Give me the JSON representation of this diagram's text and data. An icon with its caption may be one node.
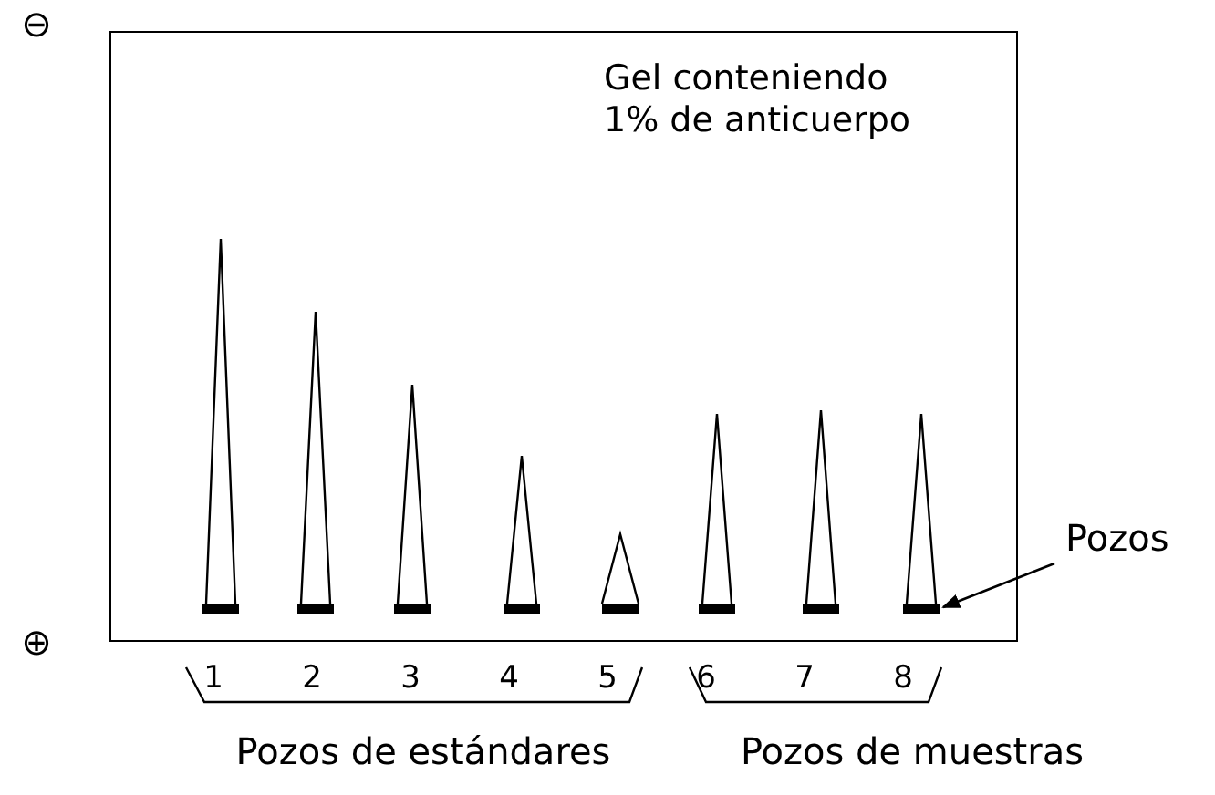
{
  "diagram": {
    "nodes": [
      {
        "text": [
          "Gel conteniendo 1% de anticuerpo"
        ]
      },
      {
        "text": [],
        "shape": "bar",
        "in": 0
      },
      {
        "text": [
          "Pozos"
        ]
      }
    ],
    "edges": [
      {
        "from": 2,
        "to": 1,
        "arrow": "to"
      }
    ],
    "labels": [
      "⊖",
      "⊕",
      "1",
      "2",
      "3",
      "4",
      "5",
      "6",
      "7",
      "8",
      "Pozos de estándares",
      "Pozos de muestras"
    ]
  }
}
